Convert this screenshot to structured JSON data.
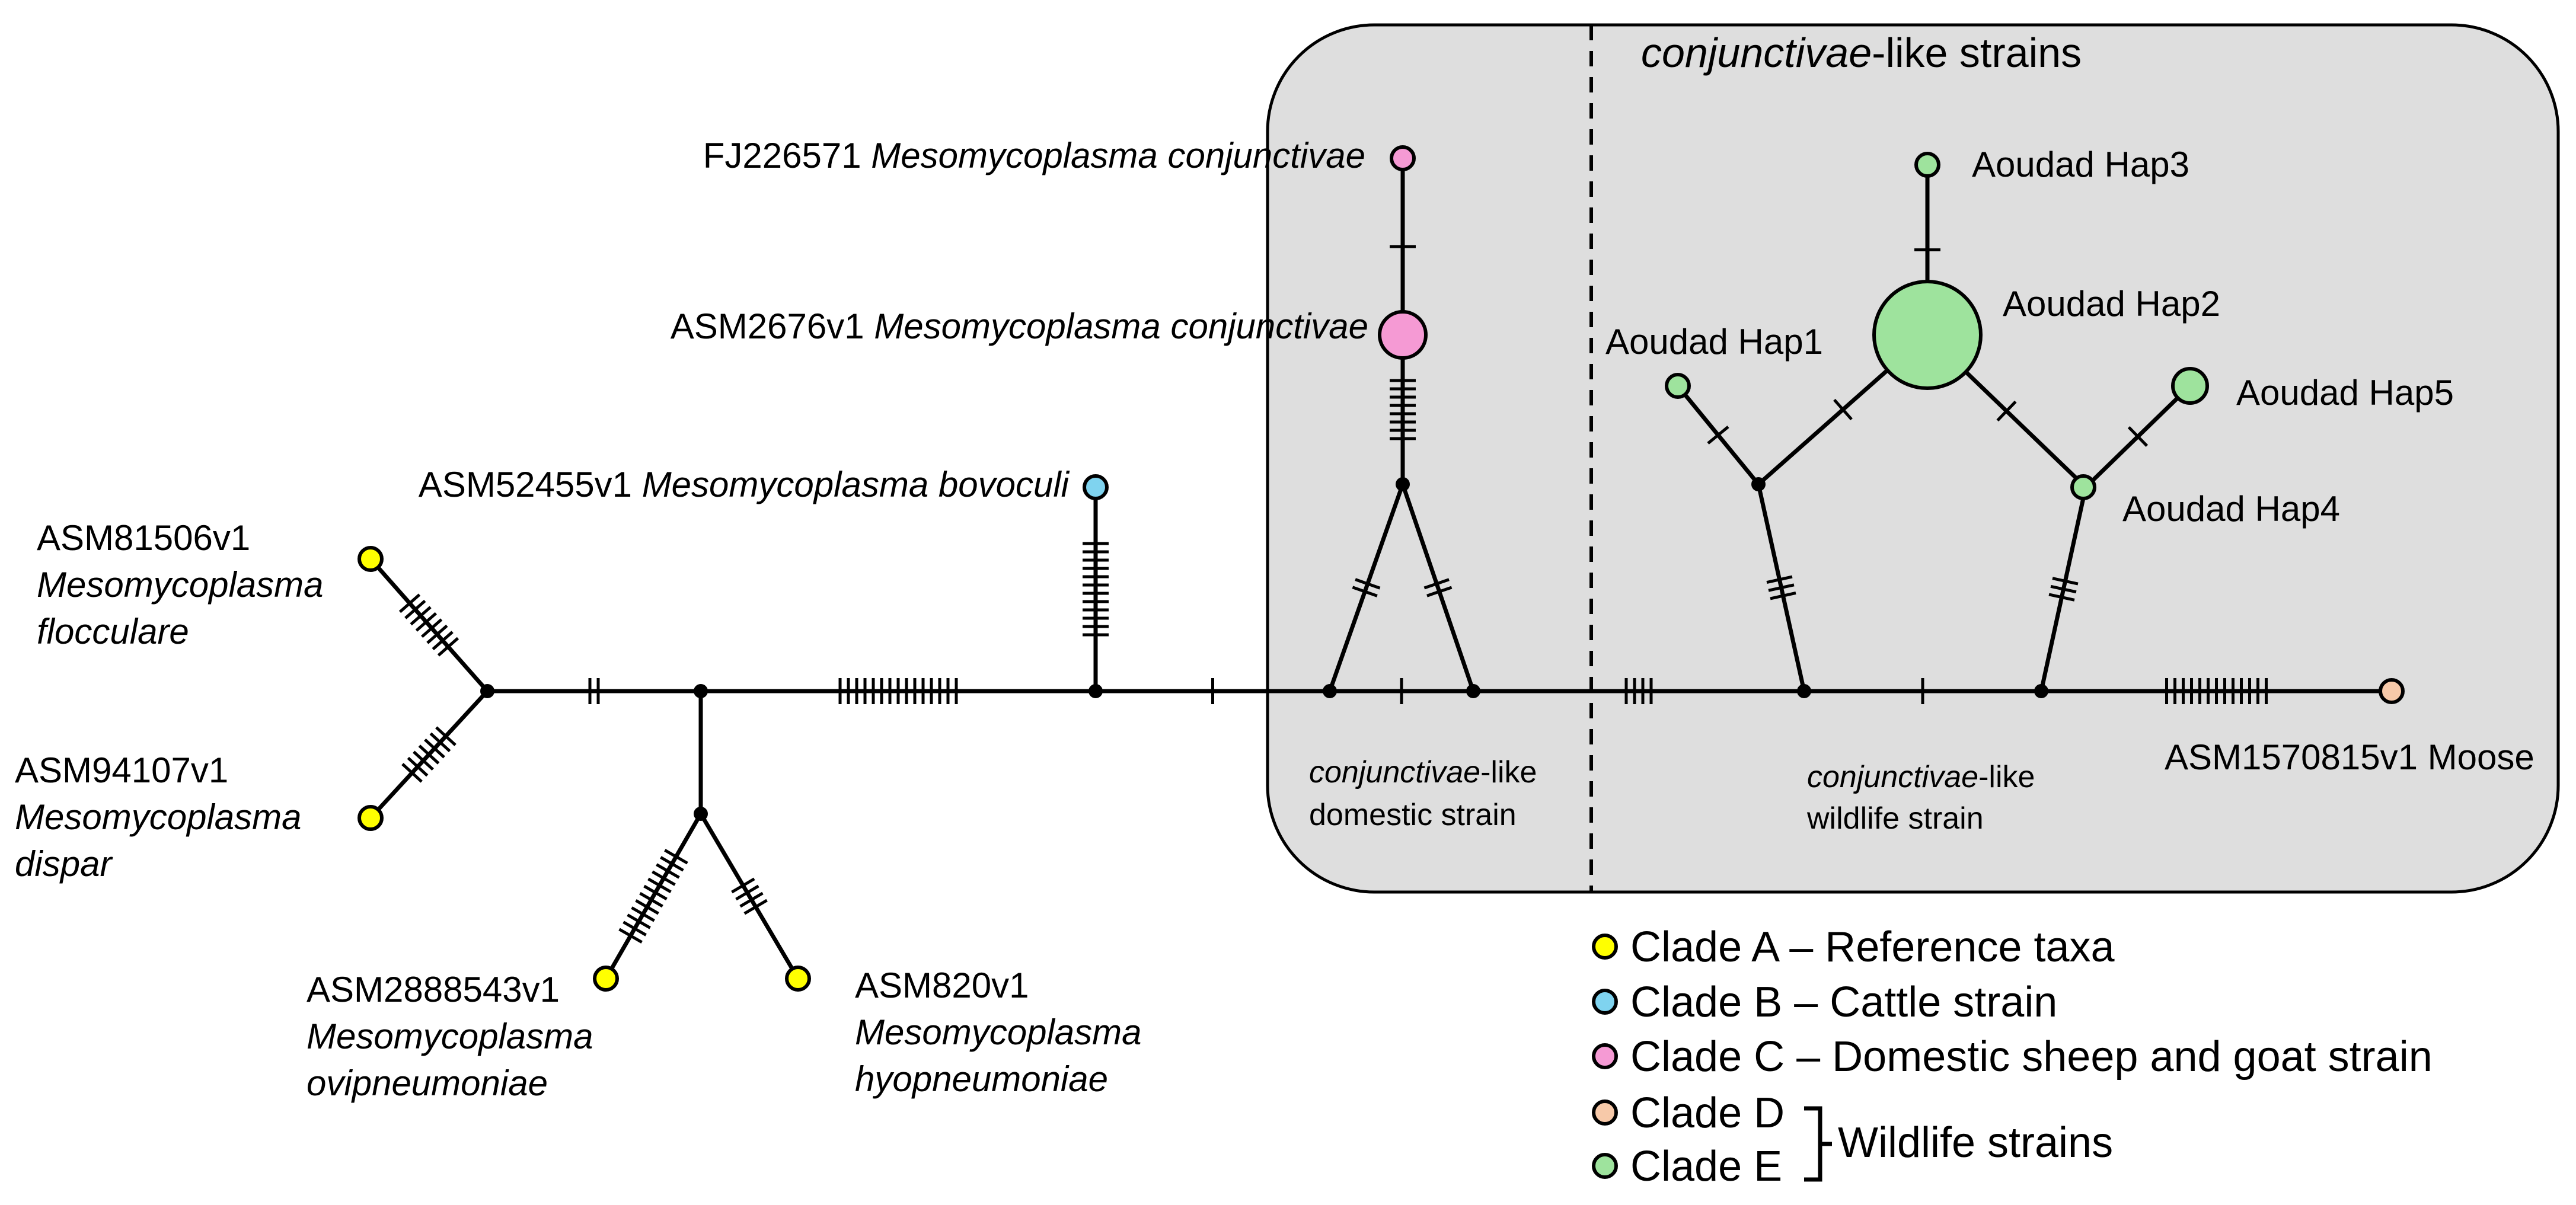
{
  "region": {
    "title_italic": "conjunctivae",
    "title_rest": "-like strains",
    "domestic_label": {
      "italic": "conjunctivae",
      "rest": "-like",
      "line2": "domestic strain"
    },
    "wildlife_label": {
      "italic": "conjunctivae",
      "rest": "-like",
      "line2": "wildlife strain"
    }
  },
  "taxa": {
    "fj226571": {
      "acc": "FJ226571 ",
      "species": "Mesomycoplasma conjunctivae"
    },
    "asm2676": {
      "acc": "ASM2676v1 ",
      "species": "Mesomycoplasma conjunctivae"
    },
    "asm52455": {
      "acc": "ASM52455v1 ",
      "species": "Mesomycoplasma bovoculi"
    },
    "asm81506": {
      "acc": "ASM81506v1",
      "species1": "Mesomycoplasma",
      "species2": "flocculare"
    },
    "asm94107": {
      "acc": "ASM94107v1",
      "species1": "Mesomycoplasma",
      "species2": "dispar"
    },
    "asm2888543": {
      "acc": "ASM2888543v1",
      "species1": "Mesomycoplasma",
      "species2": "ovipneumoniae"
    },
    "asm820": {
      "acc": "ASM820v1",
      "species1": "Mesomycoplasma",
      "species2": "hyopneumoniae"
    },
    "asm1570815": {
      "label": "ASM1570815v1 Moose"
    },
    "hap1": {
      "label": "Aoudad Hap1"
    },
    "hap2": {
      "label": "Aoudad Hap2"
    },
    "hap3": {
      "label": "Aoudad Hap3"
    },
    "hap4": {
      "label": "Aoudad Hap4"
    },
    "hap5": {
      "label": "Aoudad Hap5"
    }
  },
  "legend": {
    "clade_a": {
      "label": "Clade A – Reference taxa",
      "color": "#ffff00"
    },
    "clade_b": {
      "label": "Clade B – Cattle strain",
      "color": "#7fd3ef"
    },
    "clade_c": {
      "label": "Clade C – Domestic sheep and goat strain",
      "color": "#f59ad4"
    },
    "clade_d": {
      "label": "Clade D",
      "color": "#f7c9a9"
    },
    "clade_e": {
      "label": "Clade E",
      "color": "#9ee39d"
    },
    "wildlife_group": "Wildlife strains"
  }
}
